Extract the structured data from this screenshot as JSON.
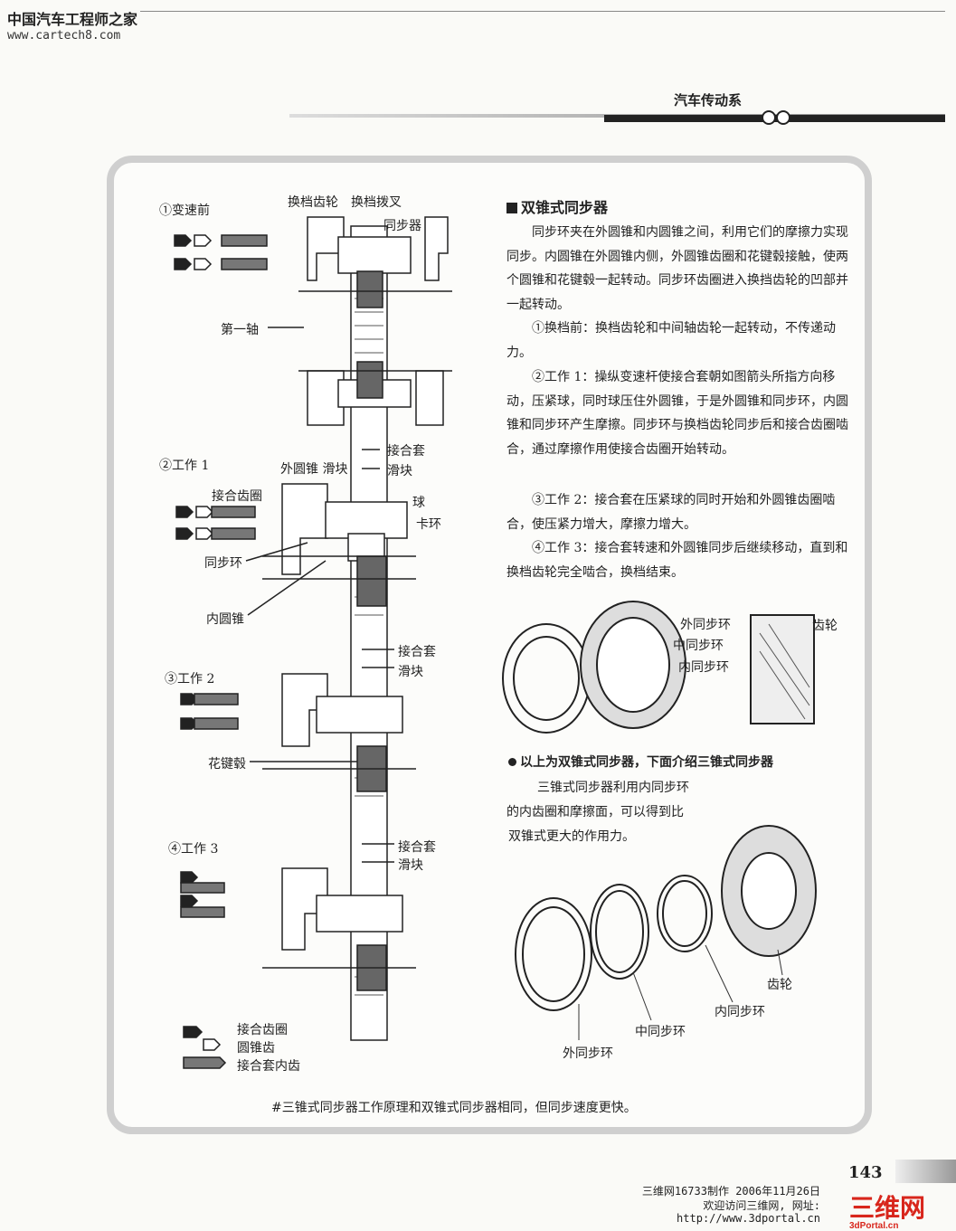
{
  "site": {
    "title": "中国汽车工程师之家",
    "url": "www.cartech8.com"
  },
  "header": {
    "section": "汽车传动系"
  },
  "diagram": {
    "stage1": "①变速前",
    "stage2": "②工作 1",
    "stage3": "③工作 2",
    "stage4": "④工作 3",
    "parts": {
      "shift_gear": "换档齿轮",
      "shift_fork": "换档拨叉",
      "synchronizer": "同步器",
      "first_shaft": "第一轴",
      "sleeve": "接合套",
      "slider": "滑块",
      "outer_cone_slider": "外圆锥 滑块",
      "engaging_ring": "接合齿圈",
      "ball": "球",
      "snap_ring": "卡环",
      "sync_ring": "同步环",
      "inner_cone": "内圆锥",
      "spline_hub": "花键毂"
    },
    "legend": [
      "接合齿圈",
      "圆锥齿",
      "接合套内齿"
    ]
  },
  "text": {
    "heading": "双锥式同步器",
    "paragraphs": [
      "同步环夹在外圆锥和内圆锥之间，利用它们的摩擦力实现同步。内圆锥在外圆锥内侧，外圆锥齿圈和花键毂接触，使两个圆锥和花键毂一起转动。同步环齿圈进入换挡齿轮的凹部并一起转动。",
      "①换档前：换档齿轮和中间轴齿轮一起转动，不传递动力。",
      "②工作 1：操纵变速杆使接合套朝如图箭头所指方向移动，压紧球，同时球压住外圆锥，于是外圆锥和同步环，内圆锥和同步环产生摩擦。同步环与换档齿轮同步后和接合齿圈啮合，通过摩擦作用使接合齿圈开始转动。",
      "③工作 2：接合套在压紧球的同时开始和外圆锥齿圈啮合，使压紧力增大，摩擦力增大。",
      "④工作 3：接合套转速和外圆锥同步后继续移动，直到和换档齿轮完全啮合，换档结束。"
    ],
    "photo_labels": {
      "outer_ring": "外同步环",
      "middle_ring": "中同步环",
      "inner_ring": "内同步环",
      "gear": "齿轮"
    },
    "note": "以上为双锥式同步器，下面介绍三锥式同步器",
    "triple_lines": [
      "三锥式同步器利用内同步环",
      "的内齿圈和摩擦面，可以得到比",
      "双锥式更大的作用力。"
    ],
    "triple_labels": {
      "gear": "齿轮",
      "inner_ring": "内同步环",
      "middle_ring": "中同步环",
      "outer_ring": "外同步环"
    },
    "footnote": "#三锥式同步器工作原理和双锥式同步器相同，但同步速度更快。"
  },
  "page_number": "143",
  "credits": {
    "line1": "三维网16733制作 2006年11月26日",
    "line2": "欢迎访问三维网, 网址:",
    "line3": "http://www.3dportal.cn"
  },
  "brand": {
    "logo_text": "三维网",
    "logo_sub": "3dPortal.cn"
  }
}
